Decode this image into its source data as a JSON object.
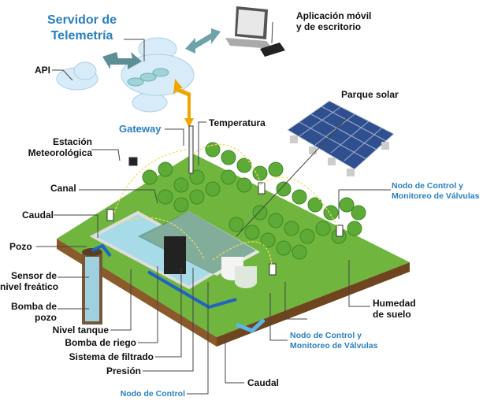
{
  "labels": {
    "server": [
      "Servidor de",
      "Telemetría"
    ],
    "app": [
      "Aplicación móvil",
      "y de escritorio"
    ],
    "api": "API",
    "solar": "Parque solar",
    "gateway": "Gateway",
    "temperature": "Temperatura",
    "weather_station": [
      "Estación",
      "Meteorológica"
    ],
    "canal": "Canal",
    "valve_node_top": [
      "Nodo de Control y",
      "Monitoreo de Válvulas"
    ],
    "flow_top": "Caudal",
    "well": "Pozo",
    "water_table_sensor": [
      "Sensor de",
      "nivel freático"
    ],
    "well_pump": [
      "Bomba de",
      "pozo"
    ],
    "tank_level": "Nivel tanque",
    "irrigation_pump": "Bomba de riego",
    "filtration": "Sistema de filtrado",
    "pressure": "Presión",
    "flow_bottom": "Caudal",
    "control_node": "Nodo de Control",
    "valve_node_bottom": [
      "Nodo de Control y",
      "Monitoreo de Válvulas"
    ],
    "soil_moisture": [
      "Humedad",
      "de suelo"
    ]
  },
  "colors": {
    "accent_blue": "#2a7fc1",
    "grass": "#6fb53e",
    "soil": "#8a5a2b",
    "arrow_orange": "#f0a500"
  }
}
